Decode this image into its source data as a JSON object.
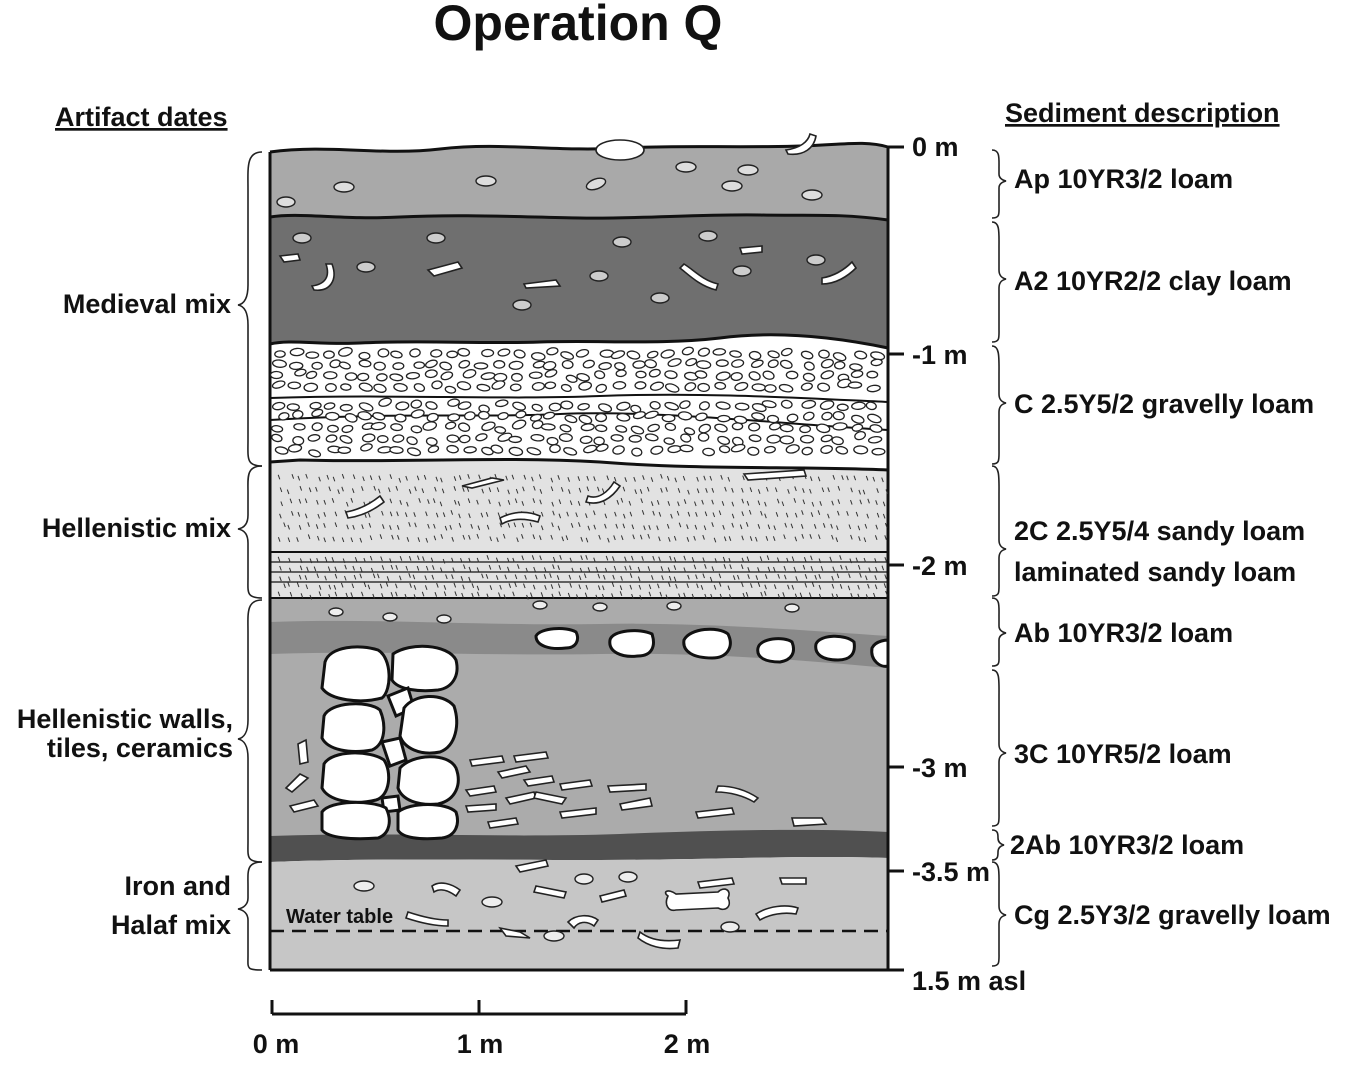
{
  "title": "Operation Q",
  "left_header": "Artifact dates",
  "right_header": "Sediment description",
  "artifact_dates": [
    {
      "lines": [
        "Medieval mix"
      ]
    },
    {
      "lines": [
        "Hellenistic mix"
      ]
    },
    {
      "lines": [
        "Hellenistic walls,",
        "tiles, ceramics"
      ]
    },
    {
      "lines": [
        "Iron and",
        "Halaf mix"
      ]
    }
  ],
  "depth_labels": [
    "0 m",
    "-1 m",
    "-2 m",
    "-3 m",
    "-3.5 m",
    "1.5 m asl"
  ],
  "sediments": [
    {
      "lines": [
        "Ap 10YR3/2 loam"
      ]
    },
    {
      "lines": [
        "A2 10YR2/2 clay loam"
      ]
    },
    {
      "lines": [
        "C 2.5Y5/2 gravelly loam"
      ]
    },
    {
      "lines": [
        "2C 2.5Y5/4 sandy loam",
        "laminated sandy loam"
      ]
    },
    {
      "lines": [
        "Ab 10YR3/2 loam"
      ]
    },
    {
      "lines": [
        "3C 10YR5/2 loam"
      ]
    },
    {
      "lines": [
        "2Ab 10YR3/2 loam"
      ]
    },
    {
      "lines": [
        "Cg 2.5Y3/2 gravelly loam"
      ]
    }
  ],
  "water_table_label": "Water table",
  "scale_labels": [
    "0 m",
    "1 m",
    "2 m"
  ],
  "colors": {
    "ap": "#a9a9a9",
    "a2": "#6f6f6f",
    "gravel": "#ffffff",
    "sand": "#e2e2e2",
    "ab": "#8a8a8a",
    "c3": "#ababab",
    "ab2": "#505050",
    "cg": "#c6c6c6",
    "outline": "#111111"
  }
}
